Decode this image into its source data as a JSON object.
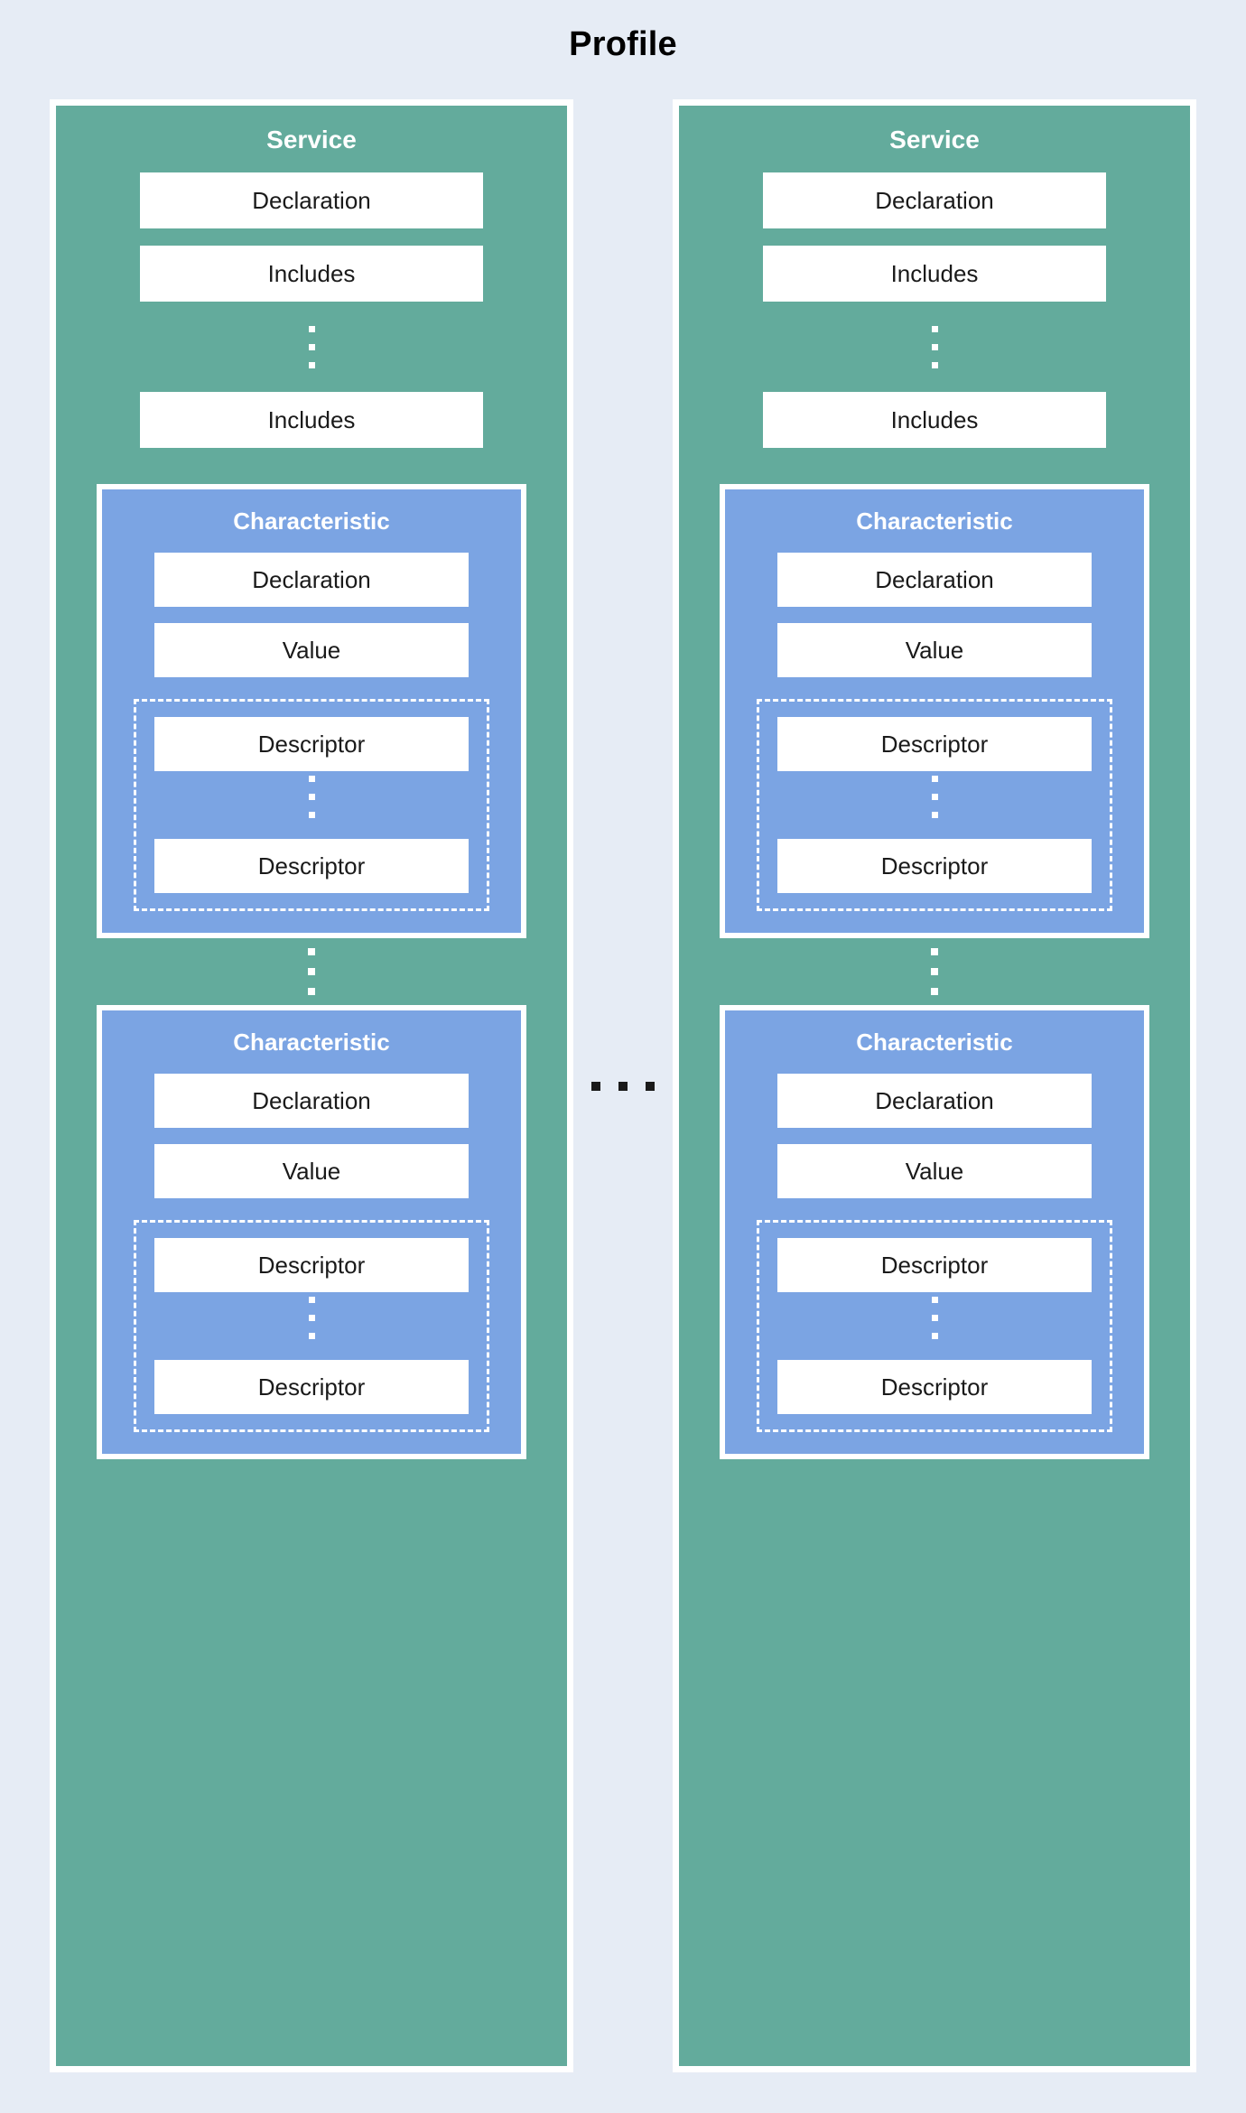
{
  "title": "Profile",
  "colors": {
    "background": "#e6ecf5",
    "service_fill": "#63ab9c",
    "characteristic_fill": "#7ba4e3",
    "box_fill": "#ffffff",
    "text_dark": "#1a1a1a",
    "text_light": "#ffffff"
  },
  "between_columns": {
    "ellipsis": "horizontal-ellipsis",
    "dots": [
      "dot",
      "dot",
      "dot"
    ]
  },
  "services": [
    {
      "title": "Service",
      "declaration_label": "Declaration",
      "includes_first_label": "Includes",
      "includes_ellipsis": "vertical-ellipsis",
      "includes_last_label": "Includes",
      "characteristic_ellipsis": "vertical-ellipsis",
      "characteristics": [
        {
          "title": "Characteristic",
          "declaration_label": "Declaration",
          "value_label": "Value",
          "descriptors": {
            "first_label": "Descriptor",
            "ellipsis": "vertical-ellipsis",
            "last_label": "Descriptor"
          }
        },
        {
          "title": "Characteristic",
          "declaration_label": "Declaration",
          "value_label": "Value",
          "descriptors": {
            "first_label": "Descriptor",
            "ellipsis": "vertical-ellipsis",
            "last_label": "Descriptor"
          }
        }
      ]
    },
    {
      "title": "Service",
      "declaration_label": "Declaration",
      "includes_first_label": "Includes",
      "includes_ellipsis": "vertical-ellipsis",
      "includes_last_label": "Includes",
      "characteristic_ellipsis": "vertical-ellipsis",
      "characteristics": [
        {
          "title": "Characteristic",
          "declaration_label": "Declaration",
          "value_label": "Value",
          "descriptors": {
            "first_label": "Descriptor",
            "ellipsis": "vertical-ellipsis",
            "last_label": "Descriptor"
          }
        },
        {
          "title": "Characteristic",
          "declaration_label": "Declaration",
          "value_label": "Value",
          "descriptors": {
            "first_label": "Descriptor",
            "ellipsis": "vertical-ellipsis",
            "last_label": "Descriptor"
          }
        }
      ]
    }
  ]
}
